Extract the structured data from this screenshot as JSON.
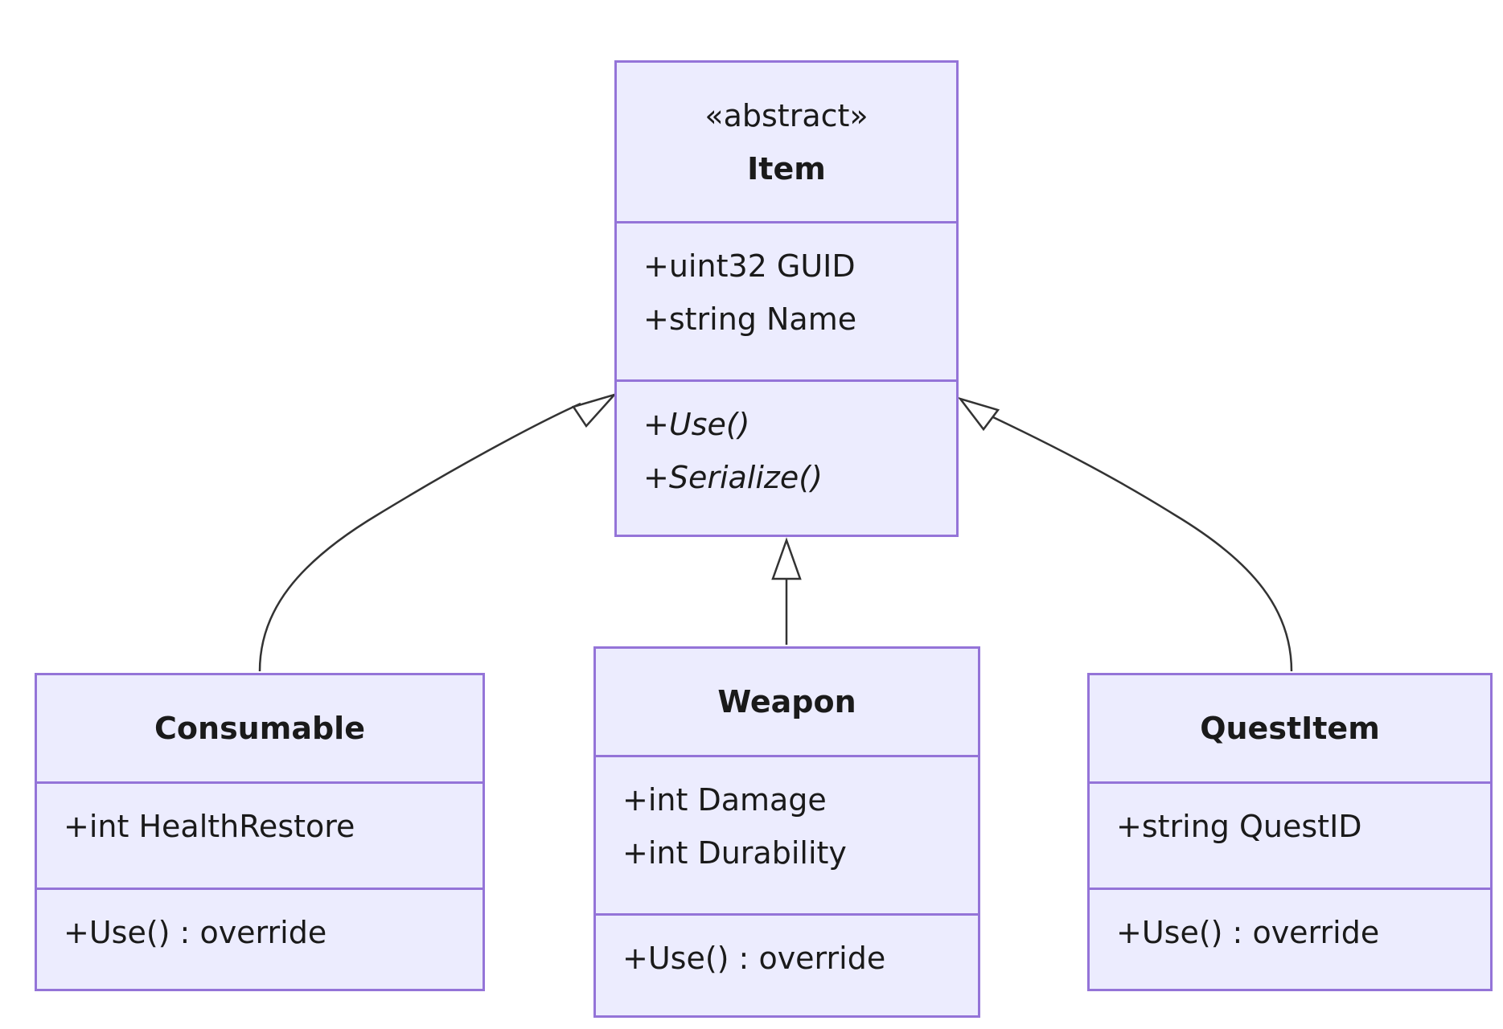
{
  "diagram": {
    "classes": [
      {
        "id": "item",
        "stereotype": "«abstract»",
        "name": "Item",
        "attributes": [
          "+uint32 GUID",
          "+string Name"
        ],
        "methods": [
          "+Use()",
          "+Serialize()"
        ]
      },
      {
        "id": "consumable",
        "name": "Consumable",
        "attributes": [
          "+int HealthRestore"
        ],
        "methods": [
          "+Use() : override"
        ]
      },
      {
        "id": "weapon",
        "name": "Weapon",
        "attributes": [
          "+int Damage",
          "+int Durability"
        ],
        "methods": [
          "+Use() : override"
        ]
      },
      {
        "id": "questitem",
        "name": "QuestItem",
        "attributes": [
          "+string QuestID"
        ],
        "methods": [
          "+Use() : override"
        ]
      }
    ],
    "relations": [
      {
        "type": "inheritance",
        "from": "Consumable",
        "to": "Item"
      },
      {
        "type": "inheritance",
        "from": "Weapon",
        "to": "Item"
      },
      {
        "type": "inheritance",
        "from": "QuestItem",
        "to": "Item"
      }
    ],
    "colors": {
      "class_fill": "#ececfe",
      "class_border": "#9474d8",
      "edge": "#333333",
      "text": "#1a1a1a"
    }
  }
}
